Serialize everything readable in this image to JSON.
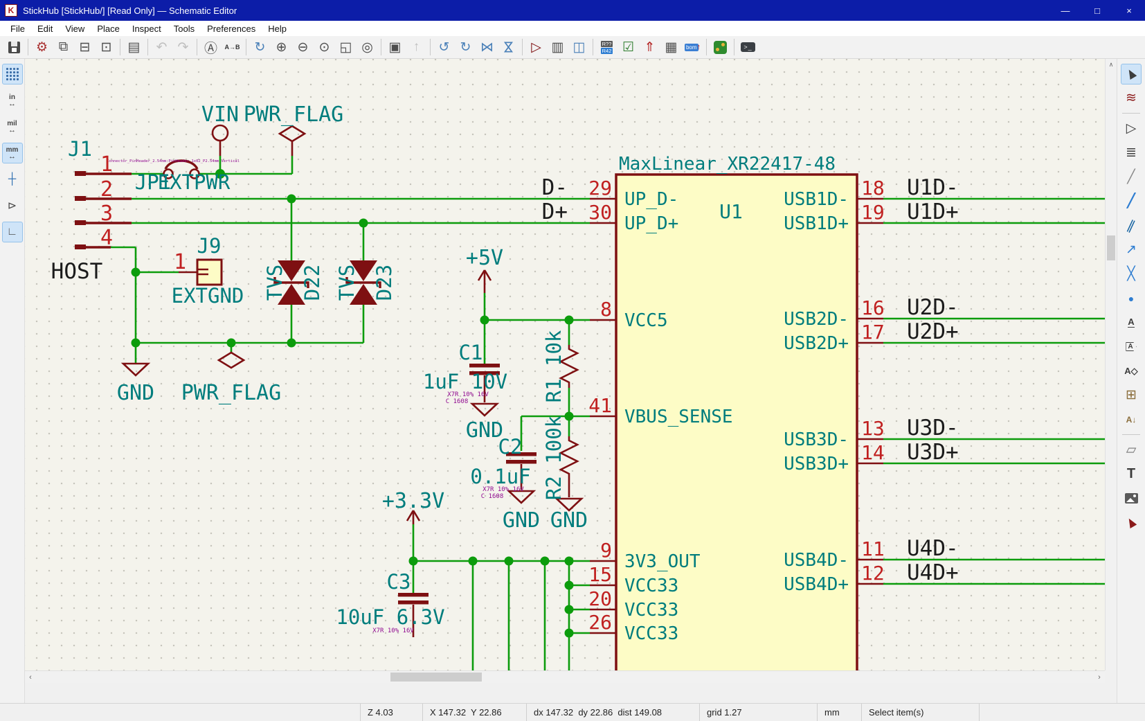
{
  "window": {
    "title": "StickHub [StickHub/] [Read Only] — Schematic Editor"
  },
  "menu": {
    "items": [
      "File",
      "Edit",
      "View",
      "Place",
      "Inspect",
      "Tools",
      "Preferences",
      "Help"
    ]
  },
  "icons": {
    "app": "K",
    "minimize": "—",
    "maximize": "□",
    "close": "×",
    "page_settings": "⚙",
    "plot": "⧉",
    "print": "⊟",
    "print_frame": "⊡",
    "paste": "▤",
    "undo": "↶",
    "redo": "↷",
    "find": "Ⓐ",
    "find_replace": "A→B",
    "refresh": "↻",
    "zoom_in": "⊕",
    "zoom_out": "⊖",
    "zoom_fit": "⊙",
    "zoom_page": "◱",
    "zoom_selection": "◎",
    "hierarchy": "▣",
    "leave_sheet": "↑",
    "rotate_ccw": "↺",
    "rotate_cw": "↻",
    "mirror_v": "⋈",
    "mirror_h": "⋈",
    "edit_symbol": "▷",
    "library_browser": "▥",
    "edit_footprint": "◫",
    "annotate_top": "R??",
    "annotate_bottom": "R42",
    "erc": "☑",
    "update_pcb": "⇑",
    "fields_table": "▦",
    "bom_text": "bom",
    "bom_arrow": "↑",
    "console_text": ">_",
    "units_arrow": "↔",
    "cursor_shape": "┼",
    "hidden_pins": "⊳",
    "ortho": "∟",
    "select_arrow": "▲",
    "highlight_net": "≋",
    "place_symbol": "▷",
    "place_power": "≣",
    "draw_line": "╱",
    "draw_wire": "╱",
    "draw_bus": "∥",
    "bus_entry": "↗",
    "no_connect": "╳",
    "junction": "●",
    "net_label": "A",
    "global_label": "A",
    "hier_label": "A◇",
    "sheet": "⊞",
    "import_pin": "A↓",
    "shapes": "▱",
    "text_tool": "T",
    "vscroll_up": "∧",
    "hscroll_left": "‹",
    "hscroll_right": "›"
  },
  "left_toolbar": {
    "units": [
      "in",
      "mil",
      "mm"
    ]
  },
  "status": {
    "zoom": "Z 4.03",
    "xy": "X 147.32  Y 22.86",
    "delta": "dx 147.32  dy 22.86  dist 149.08",
    "grid": "grid 1.27",
    "units": "mm",
    "mode": "Select item(s)"
  },
  "schematic": {
    "chip": {
      "title": "MaxLinear_XR22417-48",
      "ref": "U1",
      "left_pins": [
        {
          "num": "29",
          "name": "UP_D-"
        },
        {
          "num": "30",
          "name": "UP_D+"
        },
        {
          "num": "8",
          "name": "VCC5"
        },
        {
          "num": "41",
          "name": "VBUS_SENSE"
        },
        {
          "num": "9",
          "name": "3V3_OUT"
        },
        {
          "num": "15",
          "name": "VCC33"
        },
        {
          "num": "20",
          "name": "VCC33"
        },
        {
          "num": "26",
          "name": "VCC33"
        }
      ],
      "right_pins": [
        {
          "num": "18",
          "name": "USB1D-",
          "net": "U1D-"
        },
        {
          "num": "19",
          "name": "USB1D+",
          "net": "U1D+"
        },
        {
          "num": "16",
          "name": "USB2D-",
          "net": "U2D-"
        },
        {
          "num": "17",
          "name": "USB2D+",
          "net": "U2D+"
        },
        {
          "num": "13",
          "name": "USB3D-",
          "net": "U3D-"
        },
        {
          "num": "14",
          "name": "USB3D+",
          "net": "U3D+"
        },
        {
          "num": "11",
          "name": "USB4D-",
          "net": "U4D-"
        },
        {
          "num": "12",
          "name": "USB4D+",
          "net": "U4D+"
        }
      ]
    },
    "j1": {
      "ref": "J1",
      "pins": [
        "1",
        "2",
        "3",
        "4"
      ]
    },
    "jp1": {
      "ref": "JP1",
      "value": "EXTPWR",
      "footprint": "Connector_PinHeader_2.54mm:PinHeader_1x02_P2.54mm_Vertical"
    },
    "j9": {
      "ref": "J9",
      "pin": "1",
      "value": "EXTGND"
    },
    "d22": {
      "ref": "D22",
      "value": "TVS"
    },
    "d23": {
      "ref": "D23",
      "value": "TVS"
    },
    "c1": {
      "ref": "C1",
      "value": "1uF 10V",
      "attrs": "X7R 10% 16V",
      "attrs2": "C 1608"
    },
    "c2": {
      "ref": "C2",
      "value": "0.1uF",
      "attrs": "X7R 10% 16V",
      "attrs2": "C 1608"
    },
    "c3": {
      "ref": "C3",
      "value": "10uF 6.3V",
      "attrs": "X7R 10% 16V"
    },
    "r1": {
      "label": "R1 10k"
    },
    "r2": {
      "label": "R2 100k"
    },
    "power": {
      "vin": "VIN",
      "pwr_flag": "PWR_FLAG",
      "pwr_flag2": "PWR_FLAG",
      "p5v": "+5V",
      "p3v3": "+3.3V",
      "gnd": "GND"
    },
    "nets": {
      "host": "HOST",
      "dm": "D-",
      "dp": "D+"
    }
  }
}
